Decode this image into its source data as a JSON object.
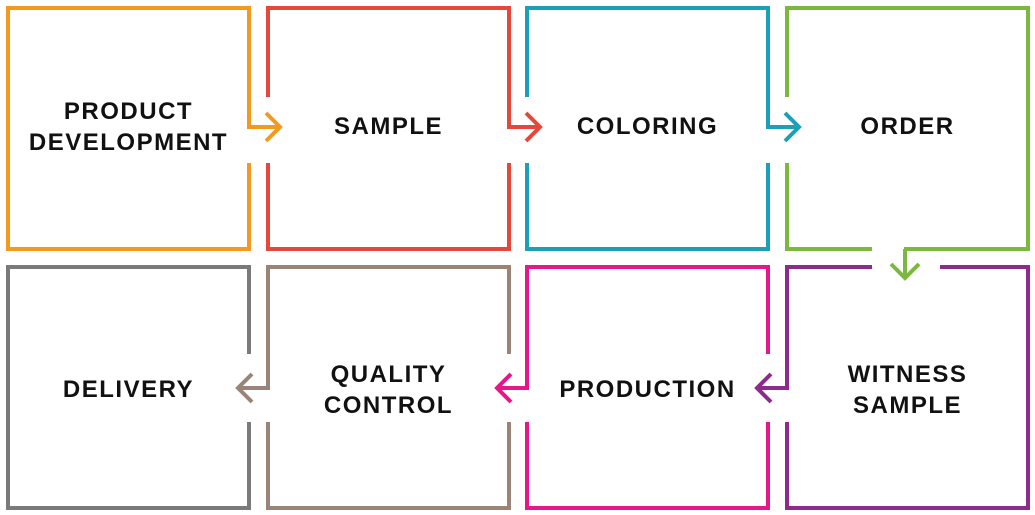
{
  "steps": [
    {
      "label": "PRODUCT\nDEVELOPMENT",
      "color": "#F39A1E"
    },
    {
      "label": "SAMPLE",
      "color": "#E5483A"
    },
    {
      "label": "COLORING",
      "color": "#1BA0B8"
    },
    {
      "label": "ORDER",
      "color": "#7DB83E"
    },
    {
      "label": "WITNESS\nSAMPLE",
      "color": "#8E2A8B"
    },
    {
      "label": "PRODUCTION",
      "color": "#E6178A"
    },
    {
      "label": "QUALITY\nCONTROL",
      "color": "#9A8478"
    },
    {
      "label": "DELIVERY",
      "color": "#7A7A7C"
    }
  ]
}
